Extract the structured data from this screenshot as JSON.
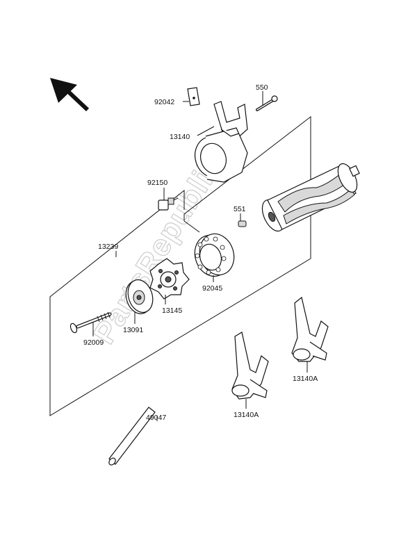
{
  "watermark": "PartsRepublik",
  "parts": {
    "p92042": "92042",
    "p550": "550",
    "p13140": "13140",
    "p92150": "92150",
    "p551": "551",
    "p13239": "13239",
    "p92045": "92045",
    "p13145": "13145",
    "p13091": "13091",
    "p92009": "92009",
    "p13140A_right": "13140A",
    "p13140A_left": "13140A",
    "p49047": "49047"
  }
}
